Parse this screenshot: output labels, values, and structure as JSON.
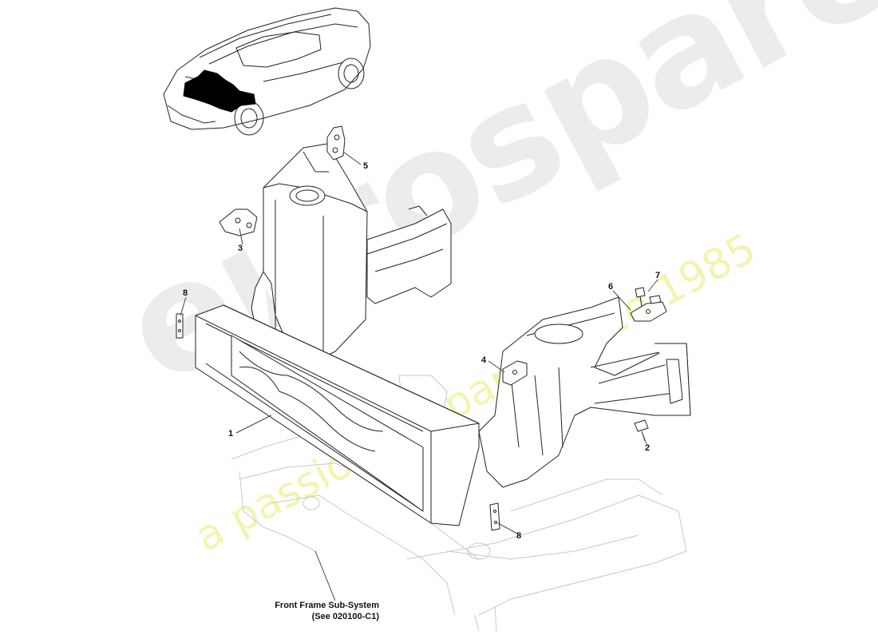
{
  "diagram": {
    "callouts": [
      {
        "id": "1",
        "label": "1"
      },
      {
        "id": "2",
        "label": "2"
      },
      {
        "id": "3",
        "label": "3"
      },
      {
        "id": "4",
        "label": "4"
      },
      {
        "id": "5",
        "label": "5"
      },
      {
        "id": "6",
        "label": "6"
      },
      {
        "id": "7",
        "label": "7"
      },
      {
        "id": "8a",
        "label": "8"
      },
      {
        "id": "8b",
        "label": "8"
      }
    ],
    "reference_caption": {
      "line1": "Front Frame Sub-System",
      "line2": "(See 020100-C1)"
    }
  },
  "watermark": {
    "brand": "eurospares",
    "tagline": "a passion for parts since 1985",
    "brand_color": "#e6e6e6",
    "tagline_color": "#f3f3a0"
  }
}
